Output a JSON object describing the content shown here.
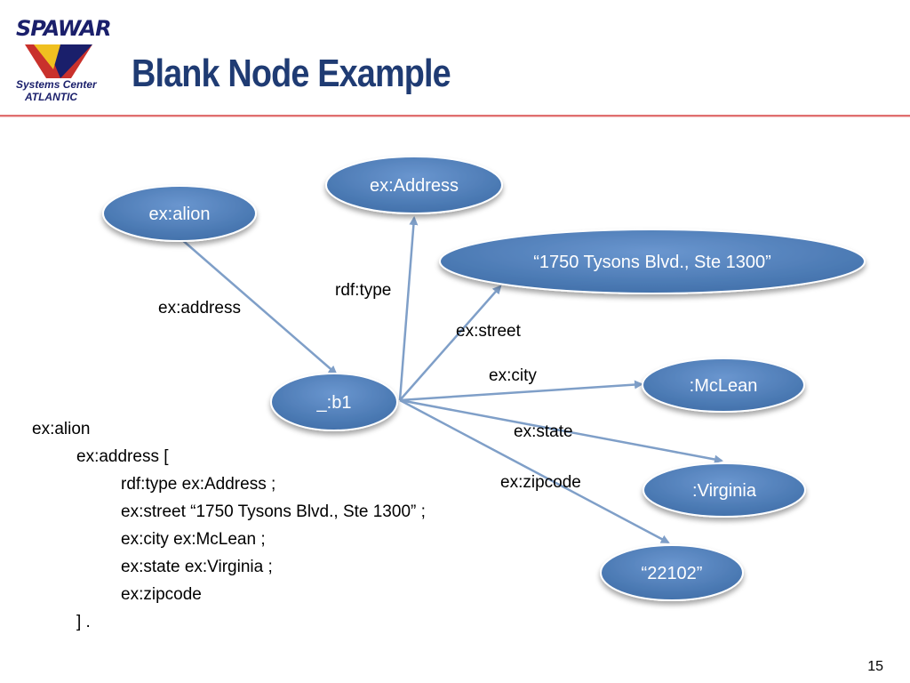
{
  "logo": {
    "brand": "SPAWAR",
    "line1": "Systems Center",
    "line2": "ATLANTIC"
  },
  "slide": {
    "title": "Blank Node Example",
    "page_number": "15"
  },
  "colors": {
    "node_fill": "#4f81bd",
    "edge": "#7f9fc8",
    "title": "#1f3b73",
    "rule": "#e06f6f"
  },
  "diagram": {
    "nodes": {
      "alion": "ex:alion",
      "address": "ex:Address",
      "street": "“1750 Tysons Blvd., Ste 1300”",
      "b1": "_:b1",
      "mclean": ":McLean",
      "virginia": ":Virginia",
      "zip": "“22102”"
    },
    "edges": {
      "address": "ex:address",
      "type": "rdf:type",
      "street": "ex:street",
      "city": "ex:city",
      "state": "ex:state",
      "zipcode": "ex:zipcode"
    }
  },
  "code": [
    "ex:alion",
    "ex:address [",
    "rdf:type ex:Address ;",
    "ex:street “1750 Tysons Blvd., Ste 1300” ;",
    "ex:city ex:McLean ;",
    "ex:state ex:Virginia ;",
    "ex:zipcode",
    "] ."
  ]
}
